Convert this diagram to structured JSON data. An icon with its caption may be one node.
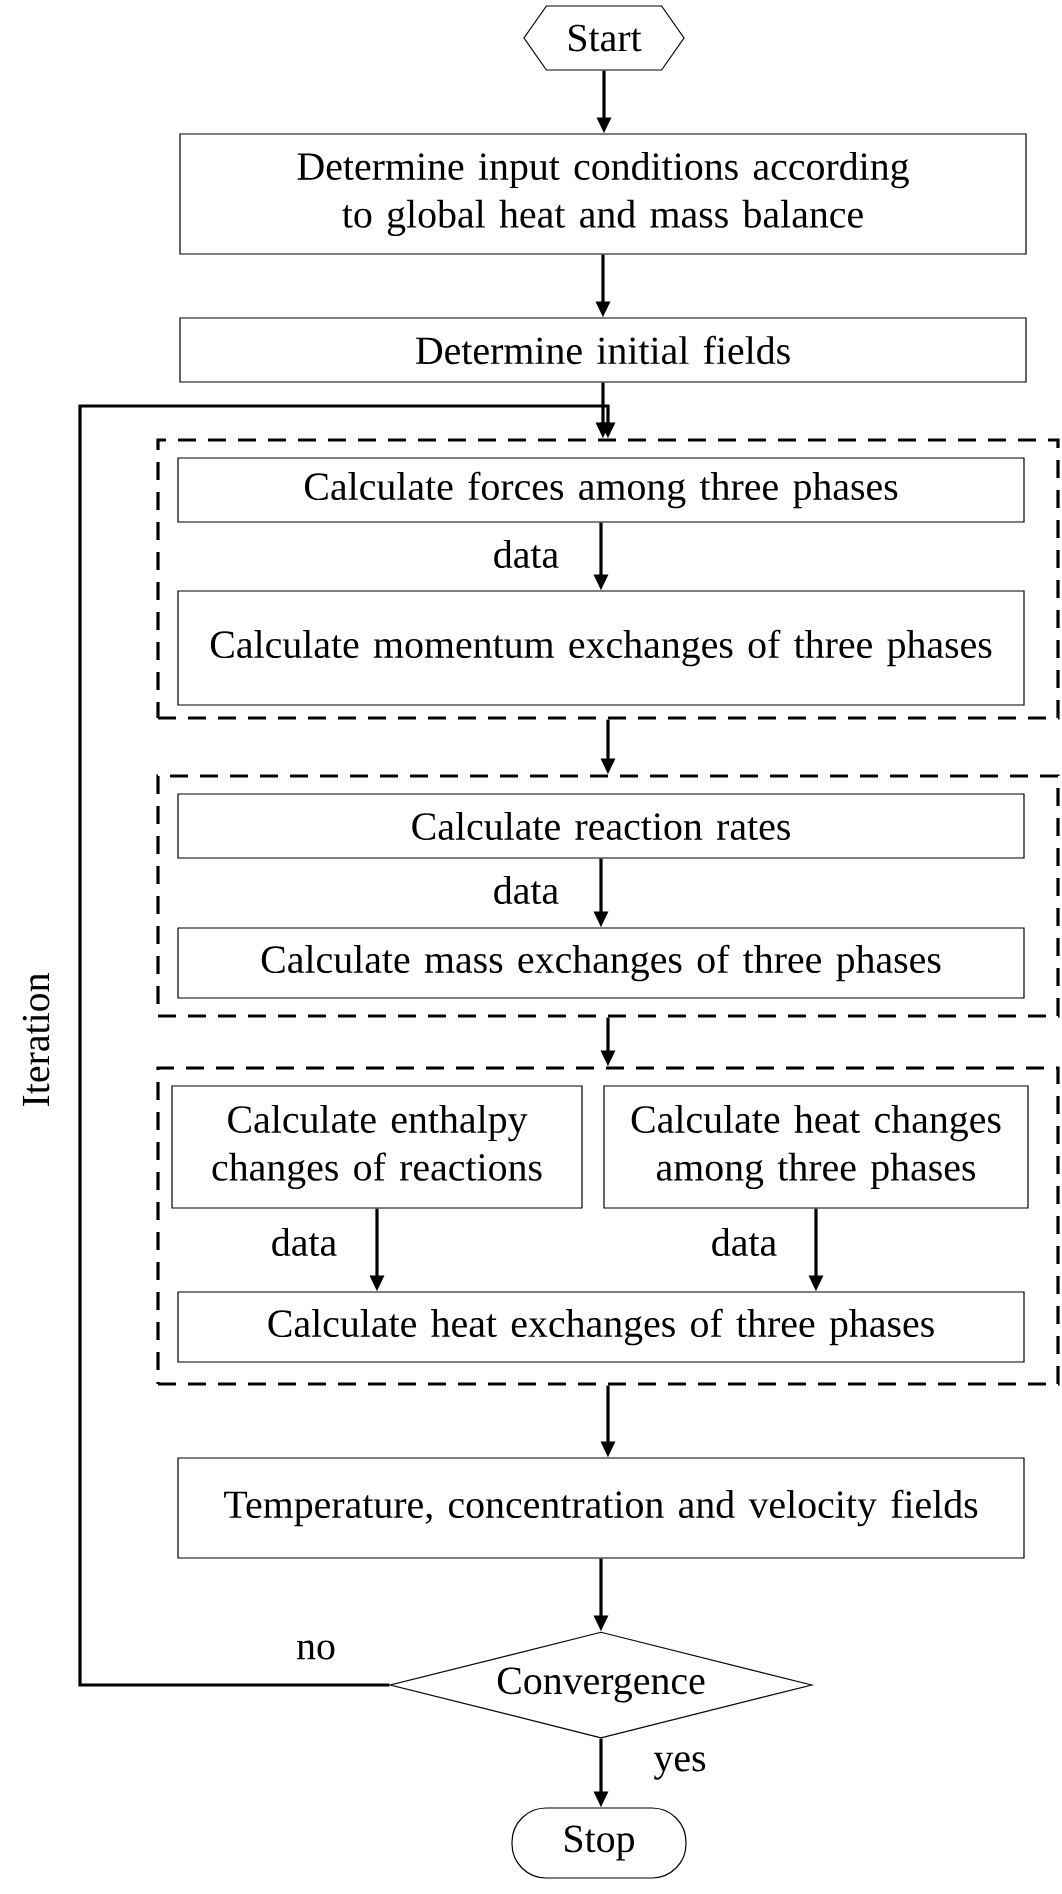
{
  "diagram": {
    "nodes": [
      {
        "text": [
          "Start"
        ]
      },
      {
        "text": [
          "Determine input conditions according to global heat and mass balance"
        ]
      },
      {
        "text": [
          "Determine initial fields"
        ]
      },
      {
        "text": [],
        "shape": "box"
      },
      {
        "text": [
          "Calculate forces among three phases"
        ],
        "in": 3
      },
      {
        "text": [
          "Calculate momentum exchanges of three phases"
        ],
        "in": 3
      },
      {
        "text": [],
        "shape": "box"
      },
      {
        "text": [
          "Calculate reaction rates"
        ],
        "in": 6
      },
      {
        "text": [
          "Calculate mass exchanges of three phases"
        ],
        "in": 6
      },
      {
        "text": [],
        "shape": "box"
      },
      {
        "text": [
          "Calculate enthalpy changes of reactions"
        ],
        "in": 9
      },
      {
        "text": [
          "Calculate heat changes among three phases"
        ],
        "in": 9
      },
      {
        "text": [
          "Calculate heat exchanges of three phases"
        ],
        "in": 9
      },
      {
        "text": [
          "Temperature, concentration and velocity fields"
        ]
      },
      {
        "text": [
          "Convergence"
        ]
      },
      {
        "text": [
          "Stop"
        ]
      }
    ],
    "edges": [
      {
        "from": 0,
        "to": 1,
        "arrow": "to"
      },
      {
        "from": 1,
        "to": 2,
        "arrow": "to"
      },
      {
        "from": 2,
        "to": 3,
        "arrow": "to"
      },
      {
        "from": 4,
        "to": 5,
        "arrow": "to",
        "label": "data"
      },
      {
        "from": 3,
        "to": 6,
        "arrow": "to"
      },
      {
        "from": 7,
        "to": 8,
        "arrow": "to",
        "label": "data"
      },
      {
        "from": 6,
        "to": 9,
        "arrow": "to"
      },
      {
        "from": 10,
        "to": 12,
        "arrow": "to",
        "label": "data"
      },
      {
        "from": 11,
        "to": 12,
        "arrow": "to",
        "label": "data"
      },
      {
        "from": 9,
        "to": 13,
        "arrow": "to"
      },
      {
        "from": 13,
        "to": 14,
        "arrow": "to"
      },
      {
        "from": 14,
        "to": 3,
        "arrow": "to",
        "label": "no"
      },
      {
        "from": 14,
        "to": 15,
        "arrow": "to",
        "label": "yes"
      }
    ],
    "labels": [
      "Iteration"
    ]
  }
}
